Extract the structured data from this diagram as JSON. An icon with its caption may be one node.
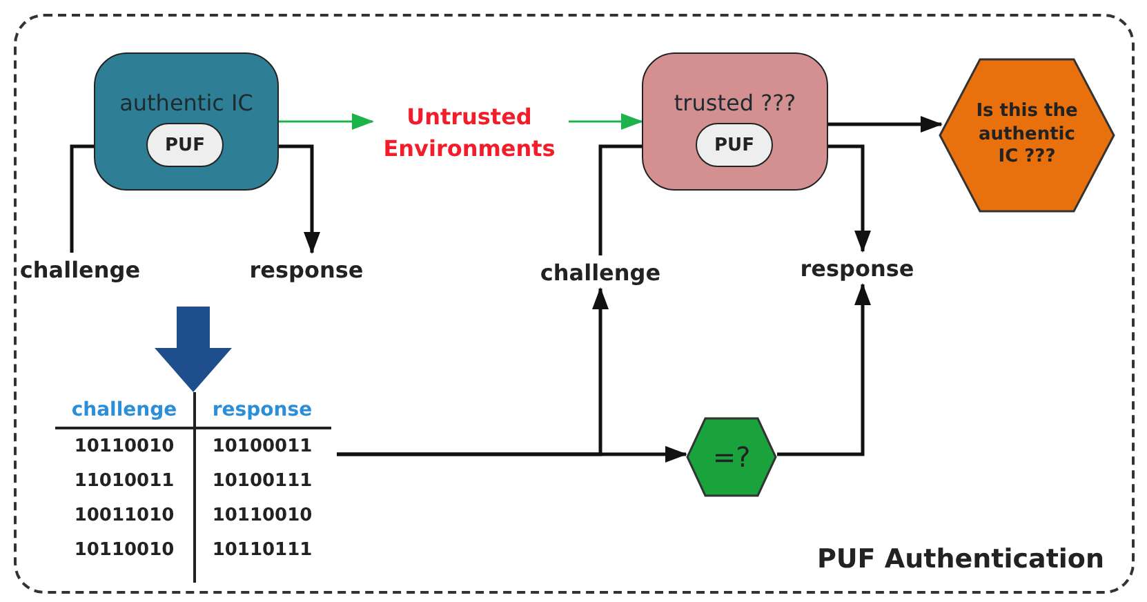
{
  "diagram": {
    "nodes": [
      {
        "text": [
          "PUF Authentication"
        ]
      },
      {
        "text": [
          "authentic IC"
        ],
        "in": 0
      },
      {
        "text": [
          "PUF"
        ],
        "in": 1
      },
      {
        "text": [
          "challenge"
        ],
        "in": 0
      },
      {
        "text": [
          "response"
        ],
        "in": 0
      },
      {
        "text": [
          "Untrusted Environments"
        ],
        "in": 0
      },
      {
        "text": [
          "trusted ???"
        ],
        "in": 0
      },
      {
        "text": [
          "PUF"
        ],
        "in": 6
      },
      {
        "text": [
          "Is this the authentic IC ???"
        ],
        "in": 0
      },
      {
        "text": [
          "challenge"
        ],
        "in": 0
      },
      {
        "text": [
          "response"
        ],
        "in": 0
      },
      {
        "text": [
          "challenge",
          "response",
          "10110010",
          "10100011",
          "11010011",
          "10100111",
          "10011010",
          "10110010",
          "10110010",
          "10110111"
        ],
        "in": 0
      },
      {
        "text": [
          "=?"
        ],
        "in": 0
      }
    ],
    "edges": [
      {
        "from": 3,
        "to": 2,
        "arrow": "to"
      },
      {
        "from": 2,
        "to": 4,
        "arrow": "to"
      },
      {
        "from": 1,
        "to": 5,
        "arrow": "to",
        "color": "#1db34a"
      },
      {
        "from": 5,
        "to": 6,
        "arrow": "to",
        "color": "#1db34a"
      },
      {
        "from": 6,
        "to": 8,
        "arrow": "to"
      },
      {
        "from": 9,
        "to": 7,
        "arrow": "to"
      },
      {
        "from": 7,
        "to": 10,
        "arrow": "to"
      },
      {
        "from": 11,
        "to": 9,
        "arrow": "to"
      },
      {
        "from": 11,
        "to": 12,
        "arrow": "to"
      },
      {
        "from": 12,
        "to": 10,
        "arrow": "to"
      },
      {
        "from": null,
        "to": 11,
        "arrow": "to",
        "style": "thick",
        "color": "#1f4e8c"
      }
    ]
  }
}
